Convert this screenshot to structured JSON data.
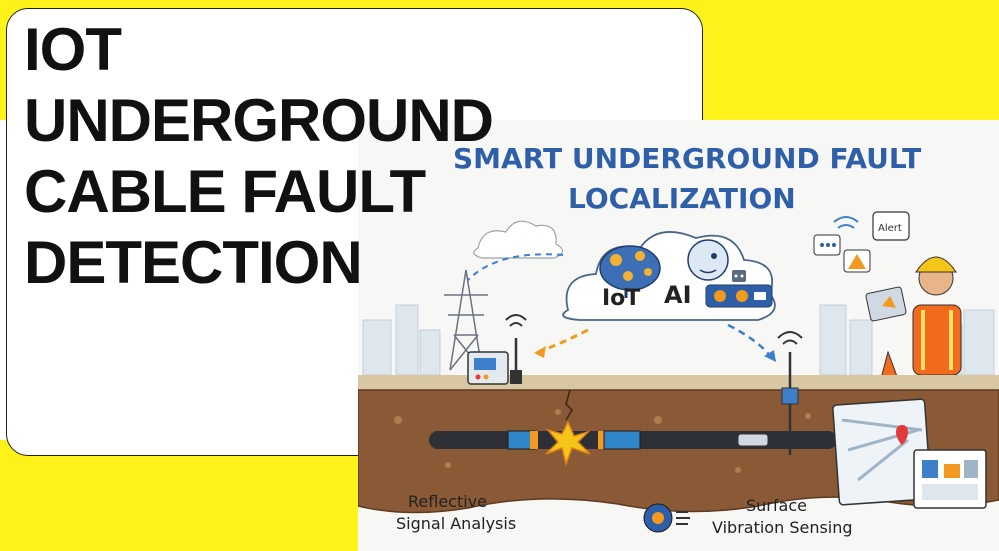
{
  "title": {
    "lines": [
      "IOT",
      "UNDERGROUND",
      "CABLE FAULT",
      "DETECTION"
    ]
  },
  "illustration": {
    "heading_line1": "SMART UNDERGROUND FAULT",
    "heading_line2": "LOCALIZATION",
    "cloud_labels": {
      "iot": "IoT",
      "ai": "AI"
    },
    "alert_label": "Alert",
    "captions": {
      "left_line1": "Reflective",
      "left_line2": "Signal Analysis",
      "right_line1": "Surface",
      "right_line2": "Vibration Sensing"
    }
  },
  "colors": {
    "accent_yellow": "#fdf31a",
    "heading_blue": "#2f5fa8",
    "soil_brown": "#8a5a36",
    "cable_blue": "#2f86c8",
    "fault_orange": "#f29a1f"
  }
}
